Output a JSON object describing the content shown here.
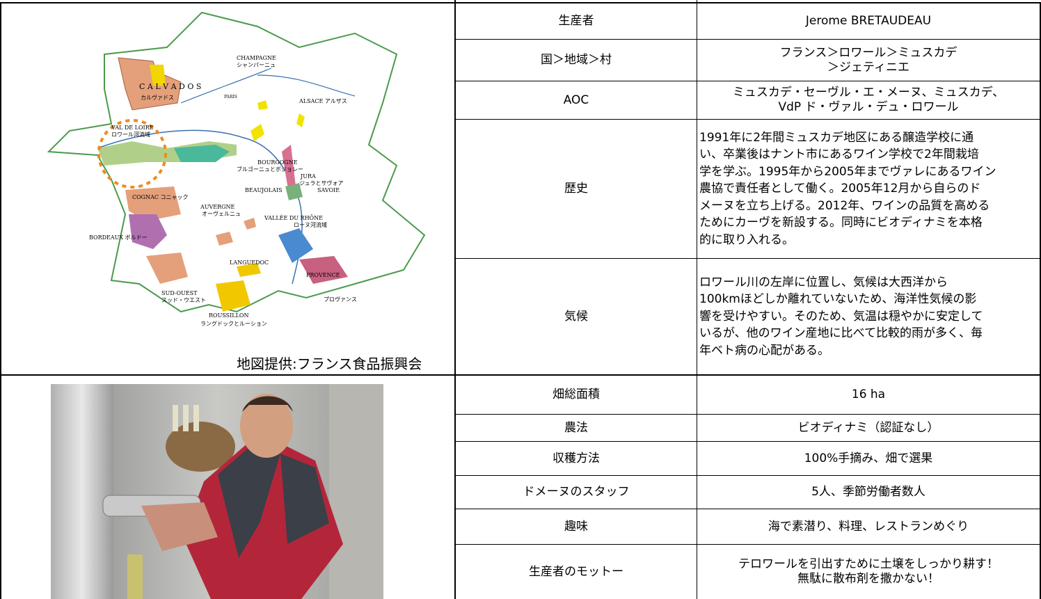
{
  "map_caption": "地図提供:フランス食品振興会",
  "map_regions": [
    {
      "label": "CHAMPAGNE",
      "jp": "シャンパーニュ"
    },
    {
      "label": "CALVADOS",
      "jp": "カルヴァドス"
    },
    {
      "label": "PARIS",
      "jp": ""
    },
    {
      "label": "ALSACE",
      "jp": "アルザス"
    },
    {
      "label": "VAL DE LOIRE",
      "jp": "ロワール河流域"
    },
    {
      "label": "BOURGOGNE",
      "jp": "ブルゴーニュとボジョレー"
    },
    {
      "label": "JURA",
      "jp": "ジュラとサヴォア"
    },
    {
      "label": "SAVOIE",
      "jp": ""
    },
    {
      "label": "BEAUJOLAIS",
      "jp": ""
    },
    {
      "label": "COGNAC",
      "jp": "コニャック"
    },
    {
      "label": "AUVERGNE",
      "jp": "オーヴェルニュ"
    },
    {
      "label": "VALLÉE DU RHÔNE",
      "jp": "ローヌ河流域"
    },
    {
      "label": "BORDEAUX",
      "jp": "ボルドー"
    },
    {
      "label": "LANGUEDOC",
      "jp": ""
    },
    {
      "label": "PROVENCE",
      "jp": "プロヴァンス"
    },
    {
      "label": "SUD-OUEST",
      "jp": "スッド・ウエスト"
    },
    {
      "label": "ROUSSILLON",
      "jp": "ラングドックとルーション"
    }
  ],
  "rows": [
    {
      "label": "生産者",
      "value": "Jerome BRETAUDEAU"
    },
    {
      "label": "国＞地域＞村",
      "value": "フランス＞ロワール＞ミュスカデ\n＞ジェティニエ"
    },
    {
      "label": "AOC",
      "value": "ミュスカデ・セーヴル・エ・メーヌ、ミュスカデ、\nVdP ド・ヴァル・デュ・ロワール"
    },
    {
      "label": "歴史",
      "value": "1991年に2年間ミュスカデ地区にある醸造学校に通\nい、卒業後はナント市にあるワイン学校で2年間栽培\n学を学ぶ。1995年から2005年までヴァレにあるワイン\n農協で責任者として働く。2005年12月から自らのド\nメーヌを立ち上げる。2012年、ワインの品質を高める\nためにカーヴを新設する。同時にビオディナミを本格\n的に取り入れる。"
    },
    {
      "label": "気候",
      "value": "ロワール川の左岸に位置し、気候は大西洋から\n100kmほどしか離れていないため、海洋性気候の影\n響を受けやすい。そのため、気温は穏やかに安定して\nいるが、他のワイン産地に比べて比較的雨が多く、毎\n年ベト病の心配がある。"
    },
    {
      "label": "畑総面積",
      "value": "16 ha"
    },
    {
      "label": "農法",
      "value": "ビオディナミ（認証なし）"
    },
    {
      "label": "収穫方法",
      "value": "100%手摘み、畑で選果"
    },
    {
      "label": "ドメーヌのスタッフ",
      "value": "5人、季節労働者数人"
    },
    {
      "label": "趣味",
      "value": "海で素潜り、料理、レストランめぐり"
    },
    {
      "label": "生産者のモットー",
      "value": "テロワールを引出すために土壌をしっかり耕す！\n無駄に散布剤を撒かない！"
    }
  ]
}
